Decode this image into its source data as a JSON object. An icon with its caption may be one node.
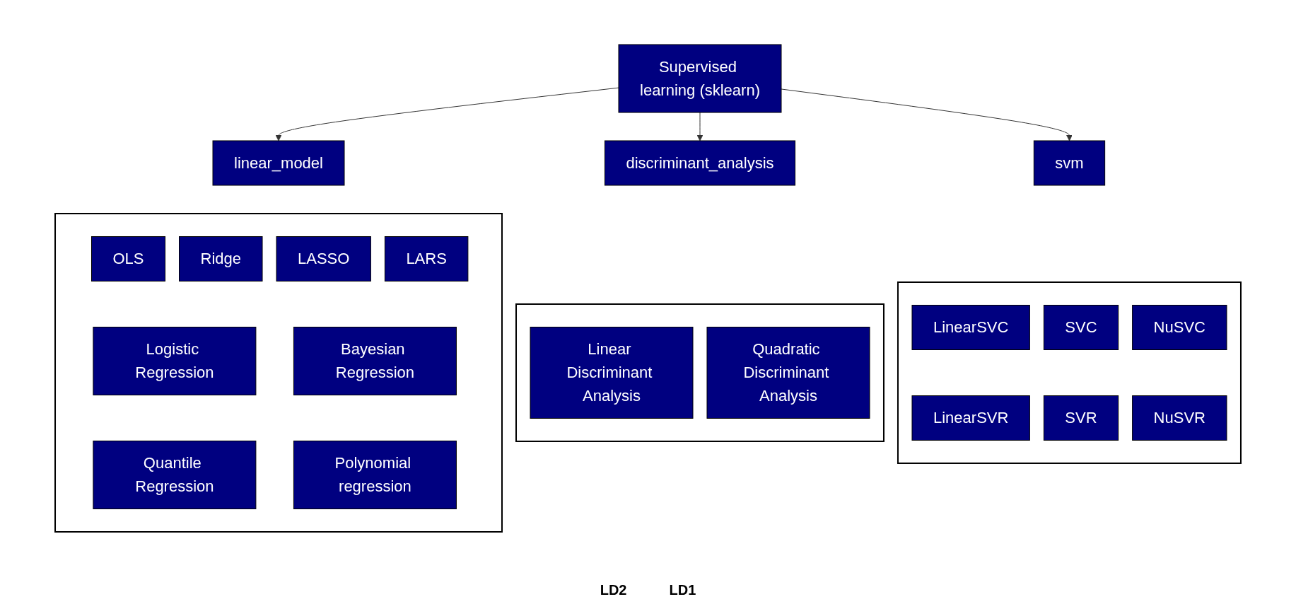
{
  "diagram": {
    "nodes": [
      {
        "text": [
          "Supervised learning (sklearn)"
        ]
      },
      {
        "text": [
          "linear_model"
        ]
      },
      {
        "text": [],
        "shape": "box"
      },
      {
        "text": [
          "OLS"
        ],
        "in": 2
      },
      {
        "text": [
          "Ridge"
        ],
        "in": 2
      },
      {
        "text": [
          "LASSO"
        ],
        "in": 2
      },
      {
        "text": [
          "LARS"
        ],
        "in": 2
      },
      {
        "text": [
          "Logistic Regression"
        ],
        "in": 2
      },
      {
        "text": [
          "Bayesian Regression"
        ],
        "in": 2
      },
      {
        "text": [
          "Quantile Regression"
        ],
        "in": 2
      },
      {
        "text": [
          "Polynomial regression"
        ],
        "in": 2
      },
      {
        "text": [
          "discriminant_analysis"
        ]
      },
      {
        "text": [],
        "shape": "box"
      },
      {
        "text": [
          "Linear Discriminant Analysis"
        ],
        "in": 12
      },
      {
        "text": [
          "Quadratic Discriminant Analysis"
        ],
        "in": 12
      },
      {
        "text": [
          "svm"
        ]
      },
      {
        "text": [],
        "shape": "box"
      },
      {
        "text": [
          "LinearSVC"
        ],
        "in": 16
      },
      {
        "text": [
          "SVC"
        ],
        "in": 16
      },
      {
        "text": [
          "NuSVC"
        ],
        "in": 16
      },
      {
        "text": [
          "LinearSVR"
        ],
        "in": 16
      },
      {
        "text": [
          "SVR"
        ],
        "in": 16
      },
      {
        "text": [
          "NuSVR"
        ],
        "in": 16
      }
    ],
    "edges": [
      {
        "from": 0,
        "to": 1,
        "arrow": "to"
      },
      {
        "from": 0,
        "to": 11,
        "arrow": "to"
      },
      {
        "from": 0,
        "to": 15,
        "arrow": "to"
      }
    ],
    "labels": [
      "LD2",
      "LD1"
    ]
  }
}
